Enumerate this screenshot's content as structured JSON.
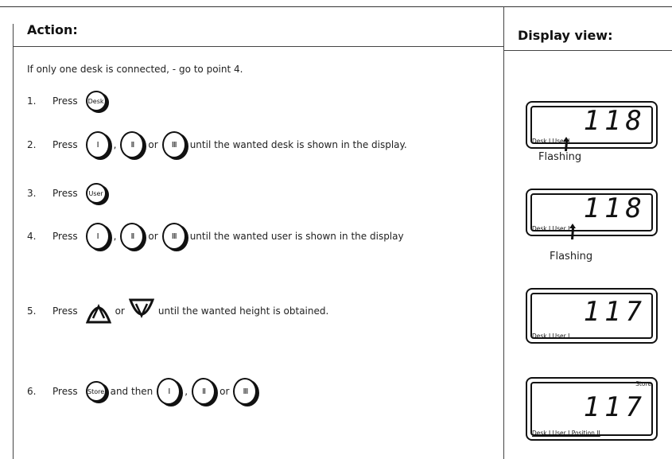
{
  "header": {
    "action_label": "Action:",
    "display_label": "Display view:"
  },
  "intro": "If only one desk is connected, - go to point 4.",
  "steps": [
    {
      "num": "1.",
      "press": "Press",
      "button": "Desk"
    },
    {
      "num": "2.",
      "press": "Press",
      "sep1": ",",
      "or": "or",
      "tail": "until the wanted desk is shown in the display."
    },
    {
      "num": "3.",
      "press": "Press",
      "button": "User"
    },
    {
      "num": "4.",
      "press": "Press",
      "sep1": ",",
      "or": "or",
      "tail": "until the wanted user is shown in the display"
    },
    {
      "num": "5.",
      "press": "Press",
      "or": "or",
      "tail": "until the wanted height is obtained."
    },
    {
      "num": "6.",
      "press": "Press",
      "button": "Store",
      "mid": "and then",
      "sep1": ",",
      "or": "or"
    }
  ],
  "buttons": {
    "one": "I",
    "two": "II",
    "three": "III"
  },
  "displays": [
    {
      "value": "118",
      "label": "Desk  I   User  I",
      "flash": "Flashing"
    },
    {
      "value": "118",
      "label": "Desk  I   User  I",
      "flash": "Flashing"
    },
    {
      "value": "117",
      "label": "Desk  I   User  I"
    },
    {
      "value": "117",
      "label": "Desk  I   User  I   Position  II",
      "store": "Store"
    }
  ]
}
